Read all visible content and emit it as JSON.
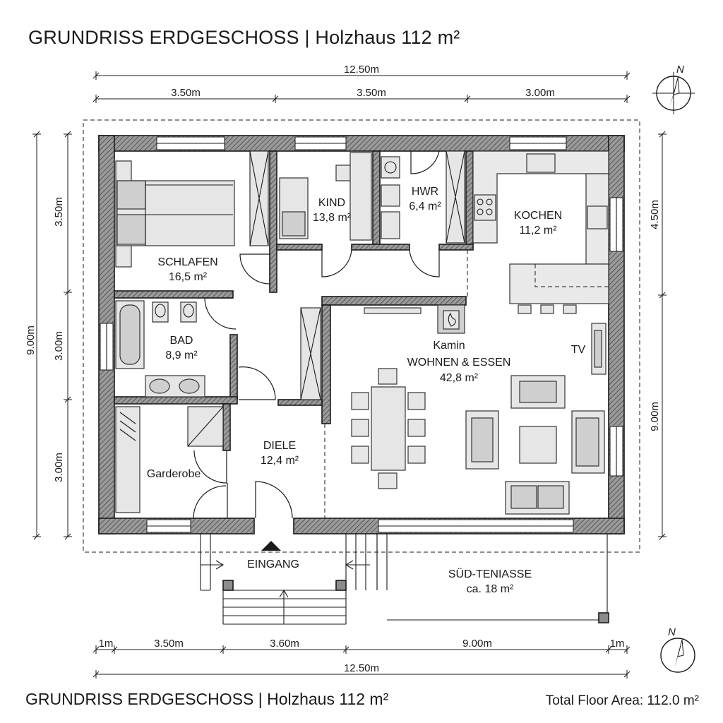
{
  "title": "GRUNDRISS ERDGESCHOSS  |  Holzhaus 112 m²",
  "title_bottom": "GRUNDRISS ERDGESCHOSS | Holzhaus 112 m²",
  "total_area": "Total Floor Area: 112.0 m²",
  "north": "N",
  "rooms": {
    "schlafen": {
      "name": "SCHLAFEN",
      "area": "16,5 m²"
    },
    "kind": {
      "name": "KIND",
      "area": "13,8 m²"
    },
    "hwr": {
      "name": "HWR",
      "area": "6,4 m²"
    },
    "kochen": {
      "name": "KOCHEN",
      "area": "11,2 m²"
    },
    "bad": {
      "name": "BAD",
      "area": "8,9 m²"
    },
    "wohnen": {
      "name": "WOHNEN & ESSEN",
      "area": "42,8 m²"
    },
    "diele": {
      "name": "DIELE",
      "area": "12,4 m²"
    },
    "garderobe": {
      "name": "Garderobe"
    },
    "terrasse": {
      "name": "SÜD-TENIASSE",
      "area": "ca. 18 m²"
    }
  },
  "labels": {
    "kamin": "Kamin",
    "tv": "TV",
    "eingang": "EINGANG"
  },
  "dimensions": {
    "top_total": "12.50m",
    "top_segments": [
      "3.50m",
      "3.50m",
      "3.00m"
    ],
    "bottom_segments": [
      "1m",
      "3.50m",
      "3.60m",
      "9.00m",
      "1m"
    ],
    "bottom_total": "12.50m",
    "left_total": "9.00m",
    "left_segments": [
      "3.50m",
      "3.00m",
      "3.00m"
    ],
    "right_segments": [
      "4.50m",
      "9.00m"
    ]
  }
}
